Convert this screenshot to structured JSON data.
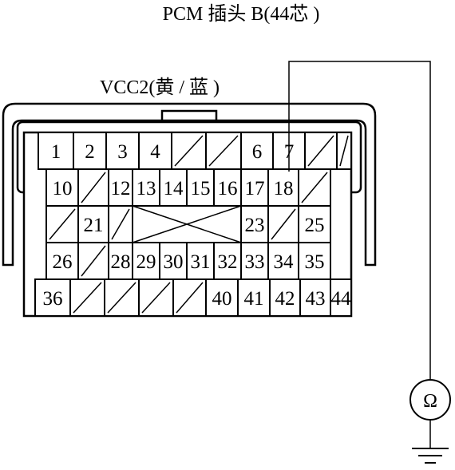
{
  "title": "PCM 插头 B(44芯 )",
  "vcc_label": "VCC2(黄 / 蓝 )",
  "meter_symbol": "Ω",
  "rows": [
    [
      "1",
      "2",
      "3",
      "4",
      "",
      "",
      "6",
      "7",
      "",
      ""
    ],
    [
      "10",
      "",
      "12",
      "13",
      "14",
      "15",
      "16",
      "17",
      "18",
      ""
    ],
    [
      "",
      "21",
      "",
      "",
      "",
      "",
      "",
      "23",
      "",
      "25"
    ],
    [
      "26",
      "",
      "28",
      "29",
      "30",
      "31",
      "32",
      "33",
      "34",
      "35"
    ],
    [
      "36",
      "",
      "",
      "",
      "",
      "40",
      "41",
      "42",
      "43",
      "44"
    ]
  ],
  "icons": {
    "meter": "ohmmeter-icon",
    "ground": "ground-icon"
  }
}
